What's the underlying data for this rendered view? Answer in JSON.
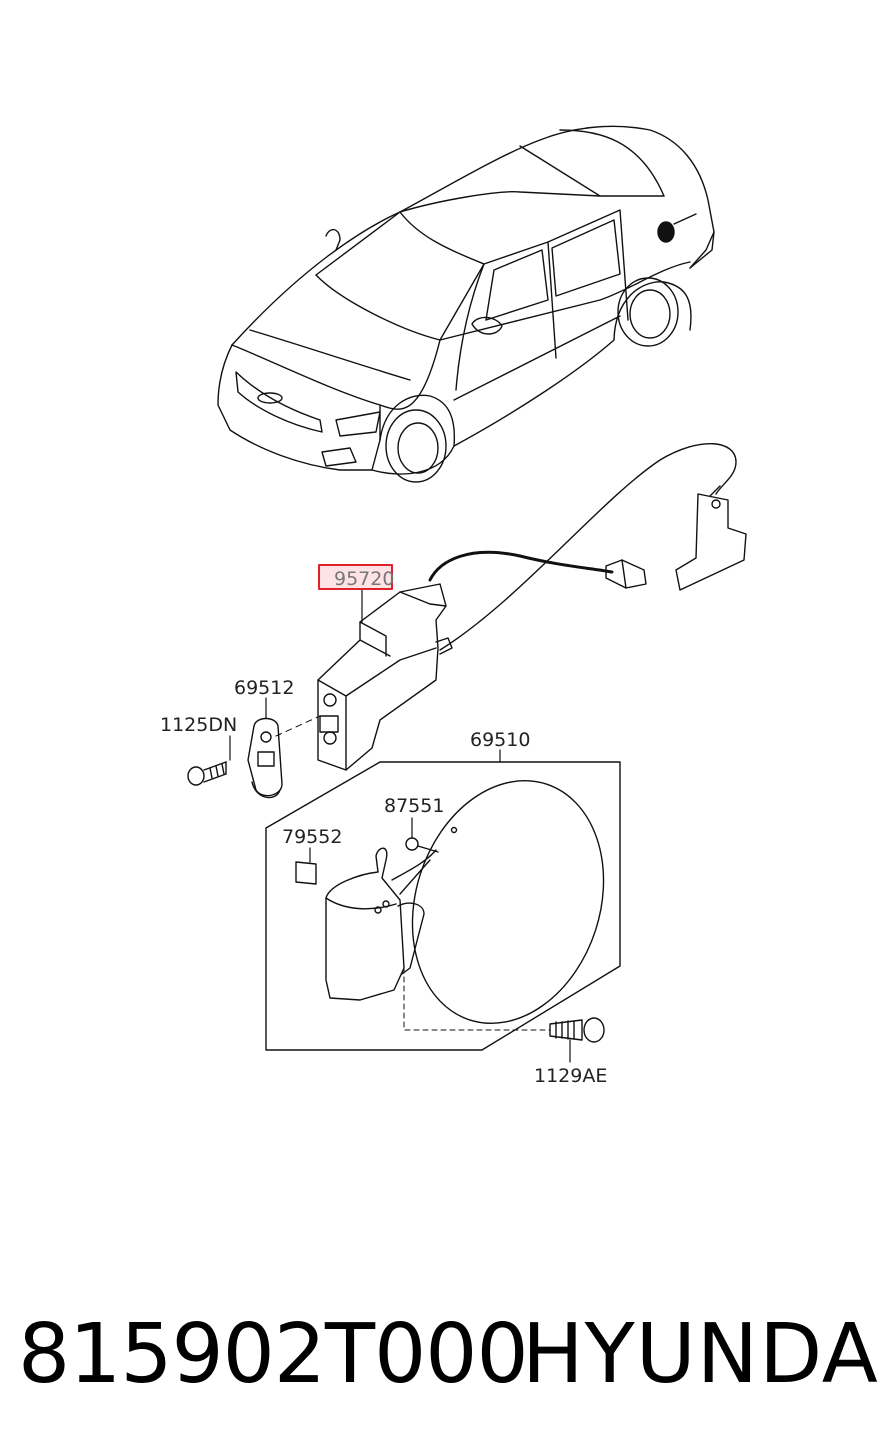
{
  "diagram": {
    "highlight_color": "#e0202a",
    "highlight_fill": "#fde3e6",
    "highlighted_part": "95720",
    "labels": {
      "p95720": "95720",
      "p69512": "69512",
      "p1125DN": "1125DN",
      "p69510": "69510",
      "p87551": "87551",
      "p79552": "79552",
      "p1129AE": "1129AE"
    }
  },
  "footer": {
    "part_number": "815902T000",
    "brand": "HYUNDAI"
  }
}
